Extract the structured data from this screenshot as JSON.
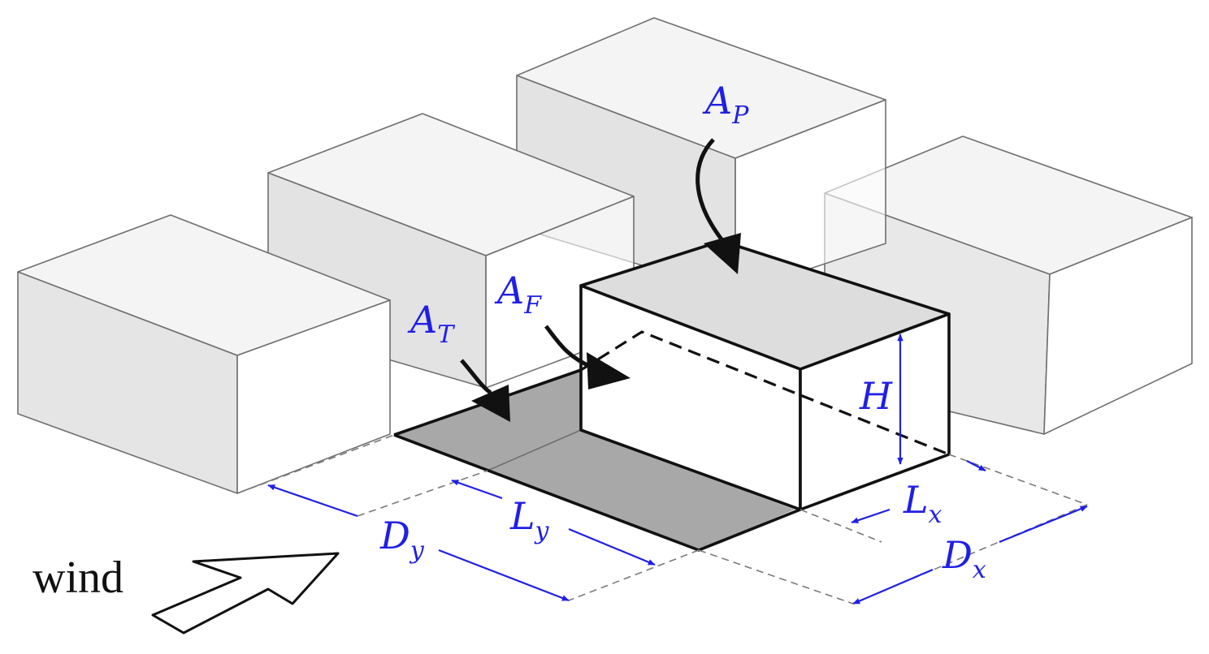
{
  "labels": {
    "ap": "A",
    "ap_sub": "P",
    "af": "A",
    "af_sub": "F",
    "at": "A",
    "at_sub": "T",
    "h": "H",
    "lx": "L",
    "lx_sub": "x",
    "ly": "L",
    "ly_sub": "y",
    "dx": "D",
    "dx_sub": "x",
    "dy": "D",
    "dy_sub": "y",
    "wind": "wind"
  },
  "colors": {
    "dimension": "#1f1fe6",
    "top_face": "#dcdcdc",
    "front_face": "#e6e6e6",
    "canyon_floor": "#a9a9a9",
    "outline_bold": "#111111",
    "outline_thin": "#6f6f6f"
  }
}
